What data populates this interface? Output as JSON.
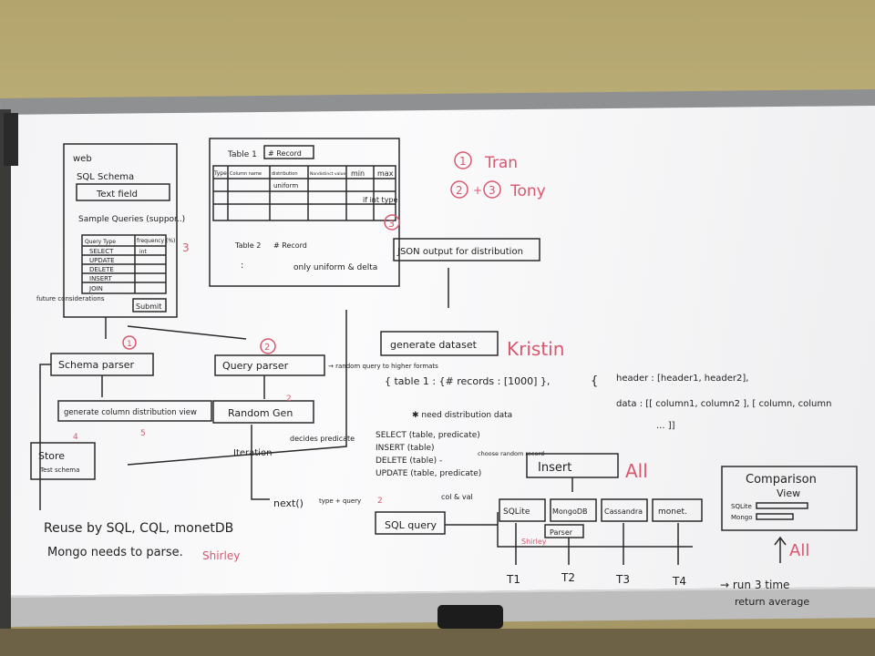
{
  "web_mockup": {
    "title": "web",
    "schema_label": "SQL Schema",
    "text_field": "Text field",
    "sample_queries": "Sample Queries (suppor..)",
    "col_query_type": "Query Type",
    "col_frequency": "frequency (%)",
    "rows": [
      "SELECT",
      "UPDATE",
      "DELETE",
      "INSERT",
      "JOIN"
    ],
    "select_tag": "int",
    "submit": "Submit",
    "future": "future considerations"
  },
  "table_mockup": {
    "table1": "Table 1",
    "record": "# Record",
    "headers": [
      "Type",
      "Column name",
      "distribution",
      "Nondistinct value",
      "min",
      "max"
    ],
    "uniform": "uniform",
    "int_type": "if int type",
    "table2": "Table 2",
    "record2": "# Record",
    "only": "only uniform & delta",
    "dots": ":"
  },
  "assignments": {
    "one": "Tran",
    "two_three": "Tony",
    "marker_one": "1",
    "marker_two": "2",
    "plus": "+",
    "marker_three": "3"
  },
  "pipeline": {
    "json_output": "JSON output for distribution",
    "generate_dataset": "generate dataset",
    "kristin": "Kristin",
    "schema_parser": "Schema parser",
    "query_parser": "Query parser",
    "query_note": "→ random query to higher formats",
    "generate_view": "generate column distribution view",
    "random_gen": "Random Gen",
    "decides": "decides predicate",
    "iteration": "Iteration",
    "store": "Store",
    "store_sub": "Test schema",
    "next": "next()",
    "next_note": "type + query",
    "sql_query": "SQL query"
  },
  "json_example": {
    "table": "{ table 1 : {# records : [1000] },",
    "header": "header : [header1, header2],",
    "data": "data : [[ column1, column2 ], [ column, column",
    "ellipsis": "... ]]",
    "brace": "{"
  },
  "queries": {
    "need": "✱ need distribution data",
    "lines": [
      "SELECT (table, predicate)",
      "INSERT (table)",
      "DELETE (table) -",
      "UPDATE (table, predicate)"
    ],
    "choose": "choose random record",
    "col_val": "col & val"
  },
  "insert": {
    "label": "Insert",
    "all": "All",
    "dbs": [
      "SQLite",
      "MongoDB",
      "Cassandra",
      "monet."
    ],
    "parser": "Parser",
    "shirley": "Shirley",
    "timings": [
      "T1",
      "T2",
      "T3",
      "T4"
    ]
  },
  "comparison": {
    "title1": "Comparison",
    "title2": "View",
    "sqlite": "SQLite",
    "mongo": "Mongo",
    "all": "All",
    "run": "→ run 3 time",
    "ret": "return average"
  },
  "notes": {
    "reuse": "Reuse by SQL, CQL, monetDB",
    "mongo": "Mongo needs to parse.",
    "shirley": "Shirley"
  },
  "red_markers": {
    "n1": "1",
    "n2": "2",
    "n3": "3",
    "n3b": "3",
    "n2b": "2",
    "n2c": "2",
    "n4": "4",
    "n5": "5"
  }
}
